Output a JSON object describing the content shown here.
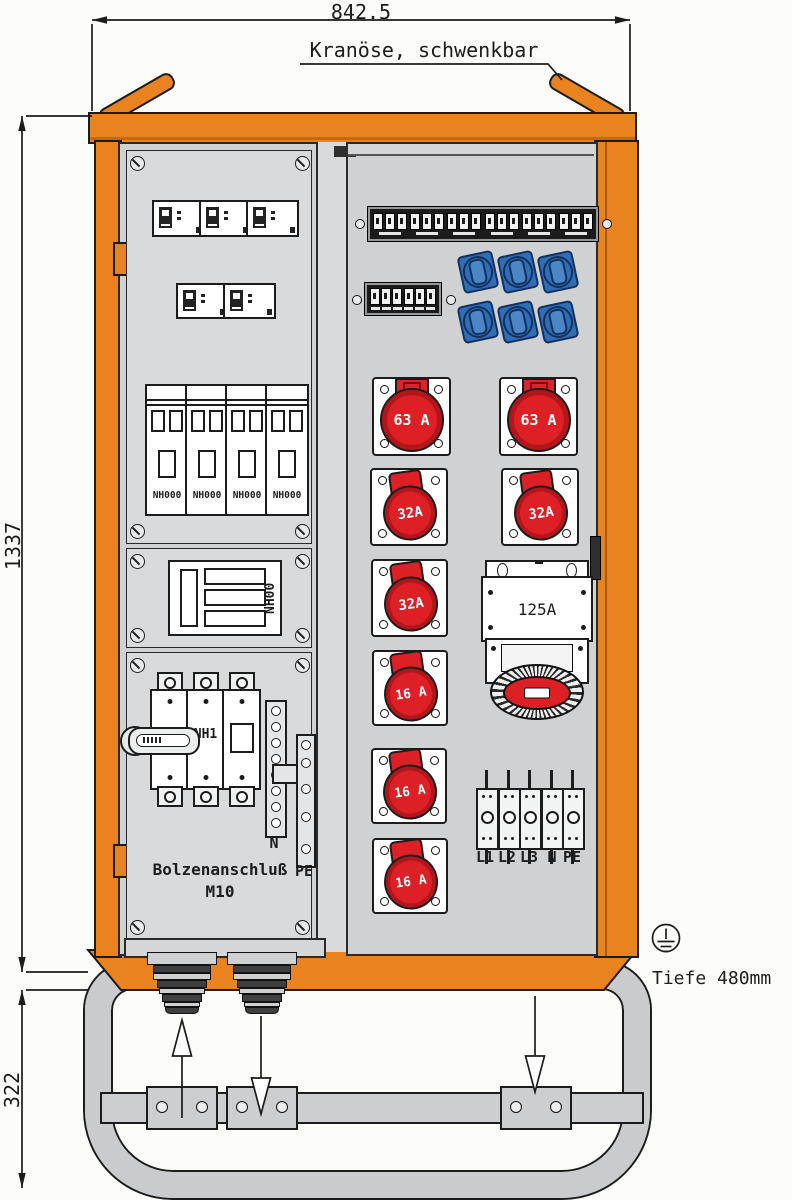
{
  "colors": {
    "orange": "#E8831F",
    "red": "#DD1F26",
    "red_dark": "#B2161B",
    "blue": "#2E6FB7",
    "blue_dark": "#12315E",
    "panel_gray": "#CFD1D3",
    "plate_gray": "#D8DADB",
    "stand_gray": "#C9CBCD",
    "line": "#1C1C1C"
  },
  "dimensions": {
    "width": "842.5",
    "height": "1337",
    "stand_height": "322"
  },
  "annotations": {
    "crane": "Kranöse, schwenkbar",
    "depth": "Tiefe 480mm",
    "bolt_line1": "Bolzenanschluß",
    "bolt_line2": "M10"
  },
  "left_panel": {
    "nh000": [
      "NH000",
      "NH000",
      "NH000",
      "NH000"
    ],
    "nh00": "NH00",
    "nh1": "NH1",
    "n": "N",
    "pe": "PE"
  },
  "right_panel": {
    "cee63": [
      {
        "rating": "63 A"
      },
      {
        "rating": "63 A"
      }
    ],
    "cee32": [
      {
        "rating": "32A"
      },
      {
        "rating": "32A"
      },
      {
        "rating": "32A"
      }
    ],
    "cee16": [
      {
        "rating": "16 A"
      },
      {
        "rating": "16 A"
      },
      {
        "rating": "16 A"
      }
    ],
    "cee125": {
      "label": "125A"
    },
    "terminals": [
      "L1",
      "L2",
      "L3",
      "N",
      "PE"
    ]
  }
}
